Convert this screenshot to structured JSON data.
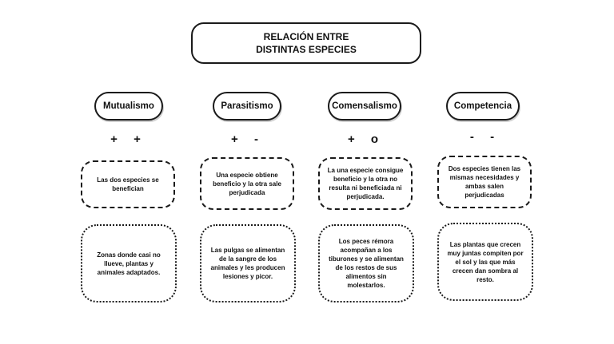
{
  "title": {
    "line1": "RELACIÓN ENTRE",
    "line2": "DISTINTAS ESPECIES"
  },
  "columns": [
    {
      "name": "Mutualismo",
      "signs": "+ +",
      "definition": "Las dos especies se benefician",
      "example": "Zonas donde casi no llueve, plantas y animales adaptados."
    },
    {
      "name": "Parasitismo",
      "signs": "+ -",
      "definition": "Una especie obtiene beneficio y la otra sale perjudicada",
      "example": "Las pulgas se alimentan de la sangre de los animales y les producen lesiones y picor."
    },
    {
      "name": "Comensalismo",
      "signs": "+ o",
      "definition": "La una especie consigue beneficio y la otra no resulta ni beneficiada ni perjudicada.",
      "example": "Los peces rémora acompañan a los tiburones y se alimentan de los restos de sus alimentos sin molestarlos."
    },
    {
      "name": "Competencia",
      "signs": "- -",
      "definition": "Dos especies tienen las mismas necesidades y ambas salen perjudicadas",
      "example": "Las plantas que crecen muy juntas compiten por el sol y las que más crecen  dan sombra al resto."
    }
  ]
}
